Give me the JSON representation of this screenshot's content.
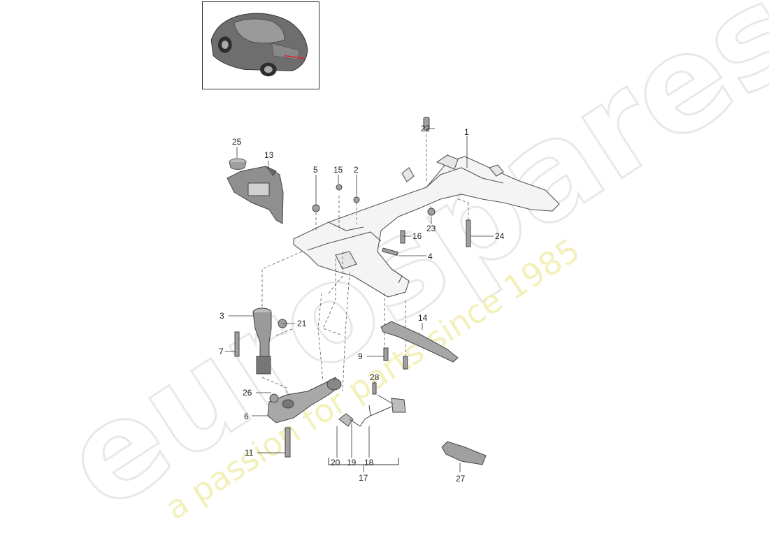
{
  "watermark": {
    "brand": "eurospares",
    "tagline": "a passion for parts since 1985",
    "brand_color": "#e8e8e8",
    "tagline_color": "#f3f0b0"
  },
  "thumbnail": {
    "icon": "car-911-icon"
  },
  "callouts": [
    {
      "id": "1",
      "label": "1"
    },
    {
      "id": "2",
      "label": "2"
    },
    {
      "id": "3",
      "label": "3"
    },
    {
      "id": "4",
      "label": "4"
    },
    {
      "id": "5",
      "label": "5"
    },
    {
      "id": "6",
      "label": "6"
    },
    {
      "id": "7",
      "label": "7"
    },
    {
      "id": "9",
      "label": "9"
    },
    {
      "id": "11",
      "label": "11"
    },
    {
      "id": "13",
      "label": "13"
    },
    {
      "id": "14",
      "label": "14"
    },
    {
      "id": "15",
      "label": "15"
    },
    {
      "id": "16",
      "label": "16"
    },
    {
      "id": "17",
      "label": "17"
    },
    {
      "id": "18",
      "label": "18"
    },
    {
      "id": "19",
      "label": "19"
    },
    {
      "id": "20",
      "label": "20"
    },
    {
      "id": "21",
      "label": "21"
    },
    {
      "id": "22",
      "label": "22"
    },
    {
      "id": "23",
      "label": "23"
    },
    {
      "id": "24",
      "label": "24"
    },
    {
      "id": "25",
      "label": "25"
    },
    {
      "id": "26",
      "label": "26"
    },
    {
      "id": "27",
      "label": "27"
    },
    {
      "id": "28",
      "label": "28"
    }
  ]
}
